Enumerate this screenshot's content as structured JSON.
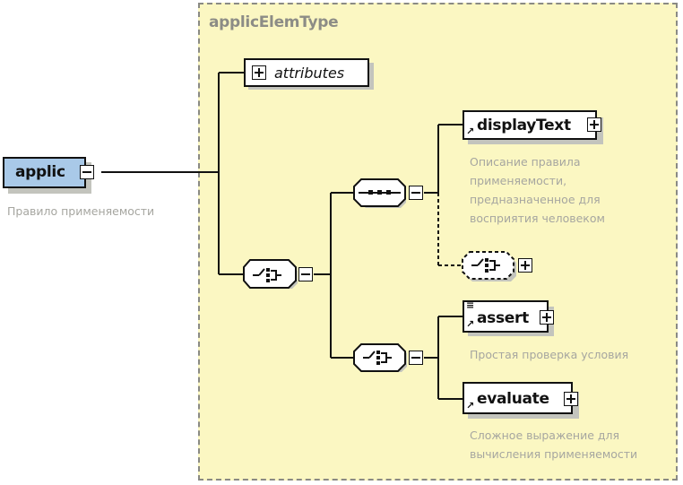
{
  "root_element": {
    "name": "applic",
    "description": "Правило применяемости",
    "toggle_icon": "minus-icon",
    "fill_color": "#a9c9e8"
  },
  "complex_type": {
    "name": "applicElemType",
    "background_color": "#fbf7c2",
    "attributes_label": "attributes",
    "attributes_toggle_icon": "plus-icon"
  },
  "compositors": [
    {
      "kind": "choice",
      "icon": "choice-icon",
      "toggle_icon": "minus-icon"
    },
    {
      "kind": "sequence",
      "icon": "sequence-icon",
      "toggle_icon": "minus-icon"
    },
    {
      "kind": "choice",
      "icon": "choice-icon",
      "optional": true,
      "toggle_icon": "plus-icon"
    },
    {
      "kind": "choice",
      "icon": "choice-icon",
      "toggle_icon": "minus-icon"
    }
  ],
  "child_elements": [
    {
      "name": "displayText",
      "description_lines": [
        "Описание правила",
        "применяемости,",
        "предназначенное для",
        "восприятия человеком"
      ],
      "toggle_icon": "plus-icon",
      "ref": true
    },
    {
      "name": "assert",
      "description_lines": [
        "Простая проверка условия"
      ],
      "toggle_icon": "plus-icon",
      "ref": true,
      "has_content": true
    },
    {
      "name": "evaluate",
      "description_lines": [
        "Сложное выражение для",
        "вычисления применяемости"
      ],
      "toggle_icon": "plus-icon",
      "ref": true
    }
  ]
}
